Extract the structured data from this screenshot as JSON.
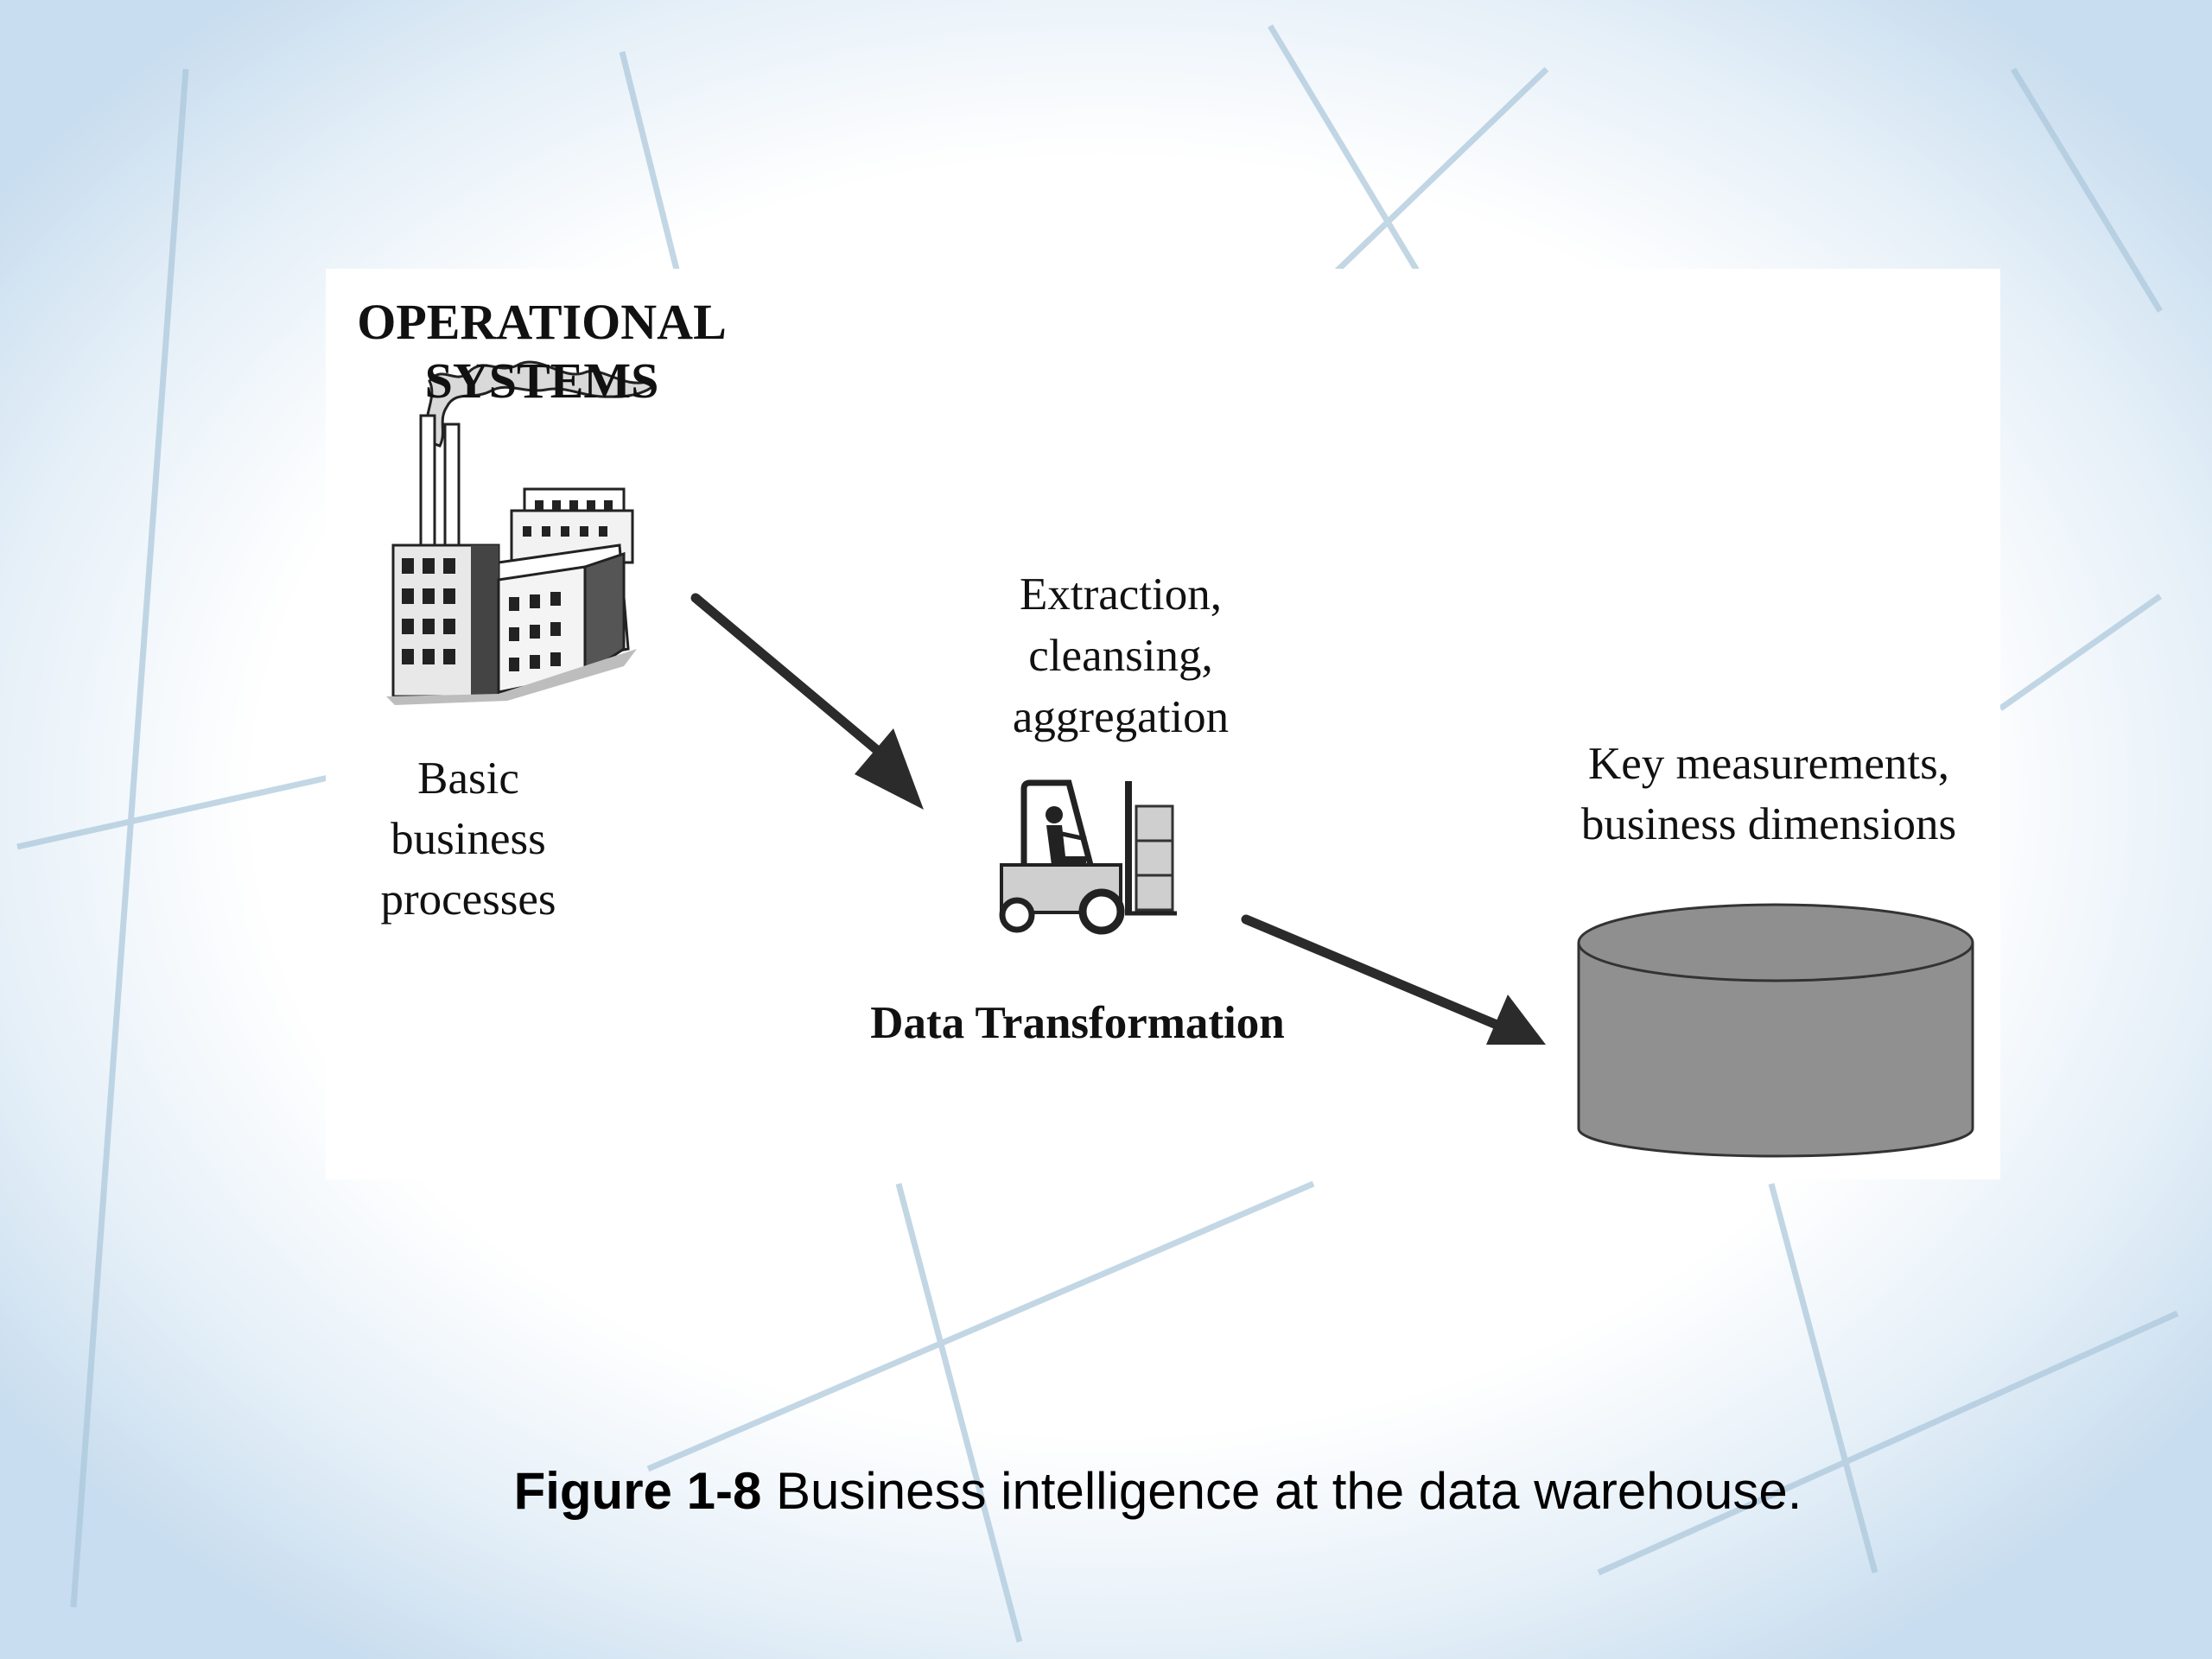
{
  "diagram": {
    "operational_systems": {
      "line1": "OPERATIONAL",
      "line2": "SYSTEMS"
    },
    "basic_processes": {
      "line1": "Basic",
      "line2": "business",
      "line3": "processes"
    },
    "extraction": {
      "line1": "Extraction,",
      "line2": "cleansing,",
      "line3": "aggregation"
    },
    "data_transformation": "Data Transformation",
    "key_measurements": {
      "line1": "Key measurements,",
      "line2": "business dimensions"
    },
    "icons": [
      "factory-icon",
      "forklift-icon",
      "database-cylinder-icon",
      "arrow-icon"
    ],
    "colors": {
      "ink": "#111111",
      "cylinder_fill": "#909090",
      "arrow": "#2b2b2b"
    }
  },
  "caption": {
    "label": "Figure 1-8",
    "text": " Business intelligence at the data warehouse."
  }
}
